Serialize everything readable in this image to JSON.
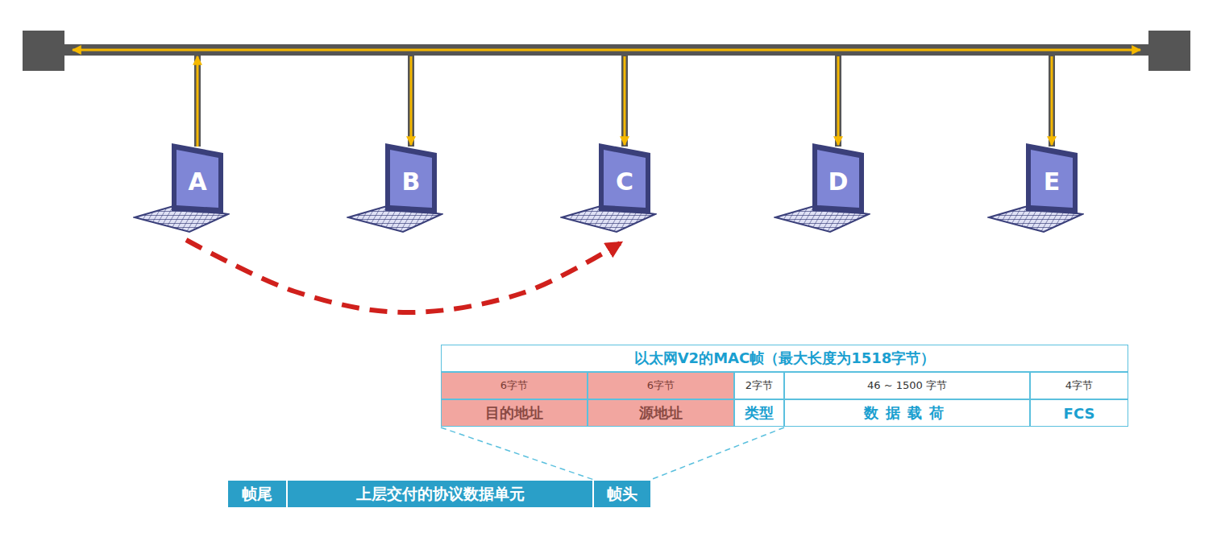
{
  "diagram": {
    "nodes": [
      {
        "text": [
          "A"
        ]
      },
      {
        "text": [
          "B"
        ]
      },
      {
        "text": [
          "C"
        ]
      },
      {
        "text": [
          "D"
        ]
      },
      {
        "text": [
          "E"
        ]
      },
      {
        "text": [
          "帧尾"
        ]
      },
      {
        "text": [
          "上层交付的协议数据单元"
        ]
      },
      {
        "text": [
          "帧头"
        ]
      }
    ],
    "edges": [
      {
        "from": 0,
        "to": 2,
        "arrow": "to"
      }
    ],
    "labels": [
      "以太网V2的MAC帧（最大长度为1518字节）",
      "6字节",
      "6字节",
      "2字节",
      "46 ~ 1500 字节",
      "4字节",
      "目的地址",
      "源地址",
      "类型",
      "数据载荷",
      "FCS"
    ]
  }
}
